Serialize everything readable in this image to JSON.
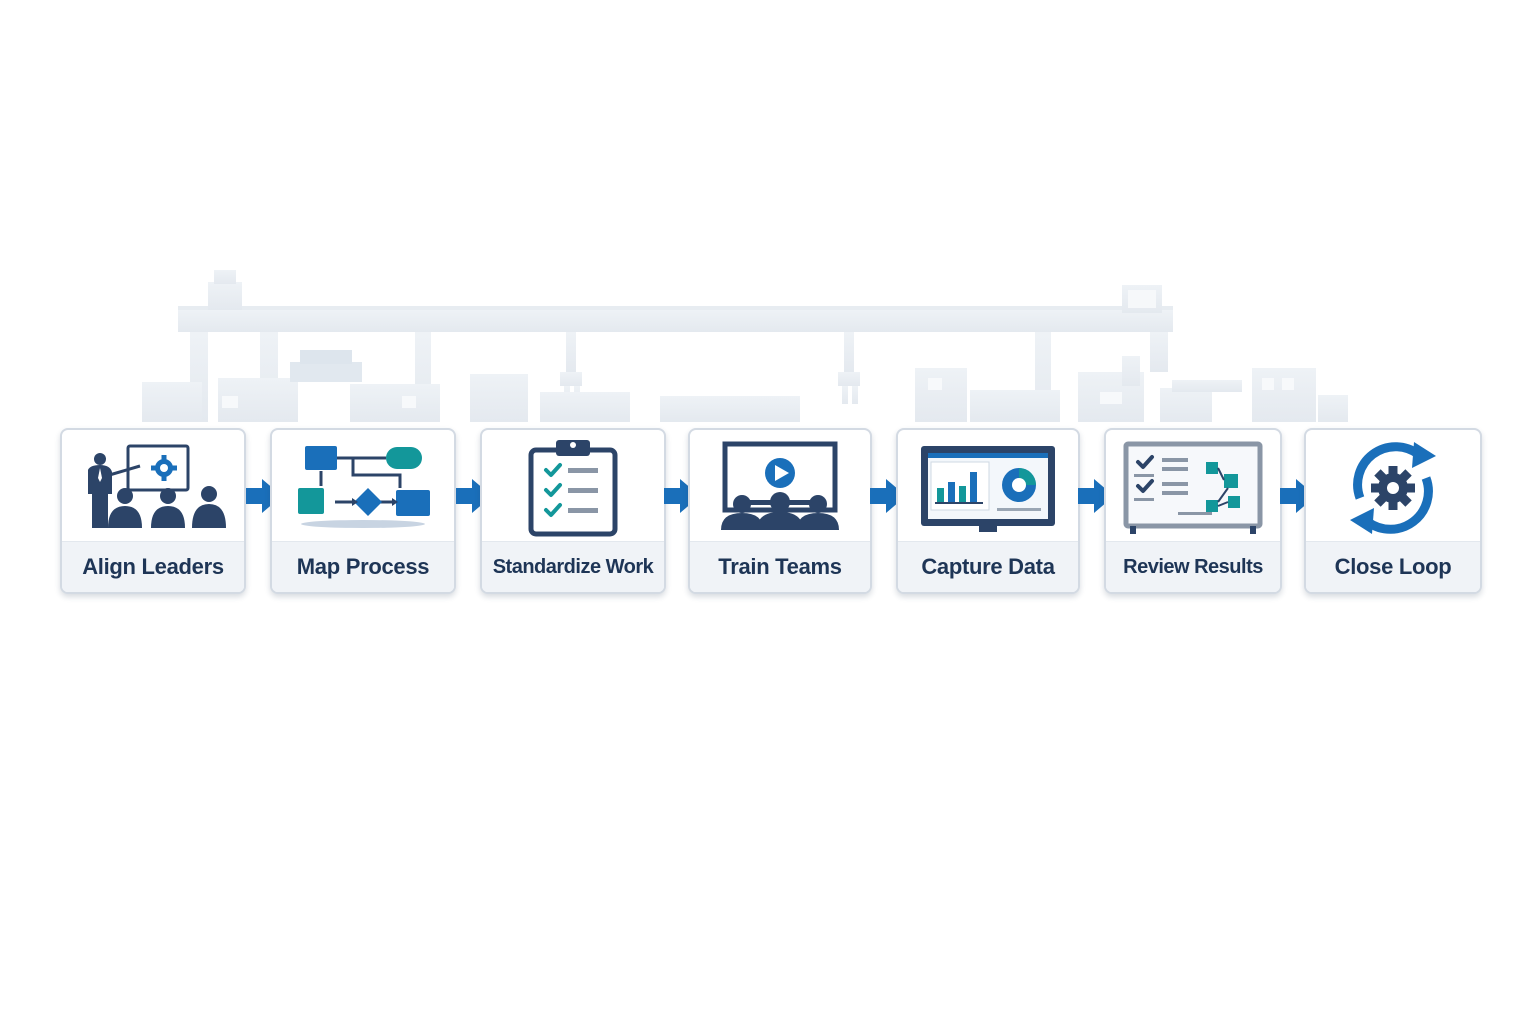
{
  "steps": [
    {
      "label": "Align Leaders",
      "icon": "presenter-team-icon"
    },
    {
      "label": "Map Process",
      "icon": "flowchart-icon"
    },
    {
      "label": "Standardize Work",
      "icon": "clipboard-checklist-icon"
    },
    {
      "label": "Train Teams",
      "icon": "video-training-icon"
    },
    {
      "label": "Capture Data",
      "icon": "analytics-monitor-icon"
    },
    {
      "label": "Review Results",
      "icon": "review-board-icon"
    },
    {
      "label": "Close Loop",
      "icon": "cycle-gear-icon"
    }
  ],
  "colors": {
    "navy": "#2c4468",
    "blue": "#1a6fba",
    "teal": "#13979a",
    "label_text": "#1e3556",
    "arrow": "#1a6fba"
  }
}
